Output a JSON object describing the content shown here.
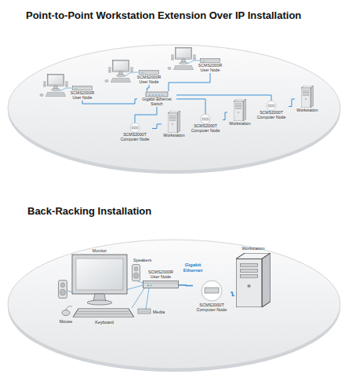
{
  "diagram": {
    "title": "Point-to-Point Workstation Extension Over IP Installation",
    "nodes": [
      {
        "text": [
          "SCMS2000R User Node"
        ]
      },
      {
        "text": [
          "SCMS2000R User Node"
        ]
      },
      {
        "text": [
          "SCMS2000R User Node"
        ]
      },
      {
        "text": [
          "Gigabit Ethernet Switch"
        ]
      },
      {
        "text": [
          "SCMS2000T Computer Node"
        ]
      },
      {
        "text": [
          "Workstation"
        ]
      },
      {
        "text": [
          "SCMS2000T Computer Node"
        ]
      },
      {
        "text": [
          "Workstation"
        ]
      },
      {
        "text": [
          "SCMS2000T Computer Node"
        ]
      },
      {
        "text": [
          "Workstation"
        ]
      },
      {
        "text": [
          "SCMS2000R User Node"
        ]
      },
      {
        "text": [
          "SCMS2000T Computer Node"
        ]
      },
      {
        "text": [
          "Workstation"
        ]
      }
    ],
    "edges": [
      {
        "from": 0,
        "to": 3,
        "arrow": "none"
      },
      {
        "from": 1,
        "to": 3,
        "arrow": "none"
      },
      {
        "from": 2,
        "to": 3,
        "arrow": "none"
      },
      {
        "from": 3,
        "to": 4,
        "arrow": "none"
      },
      {
        "from": 3,
        "to": 6,
        "arrow": "none"
      },
      {
        "from": 3,
        "to": 8,
        "arrow": "none"
      },
      {
        "from": 4,
        "to": 5,
        "arrow": "none"
      },
      {
        "from": 6,
        "to": 7,
        "arrow": "none"
      },
      {
        "from": 8,
        "to": 9,
        "arrow": "none"
      },
      {
        "from": 10,
        "to": 11,
        "label": "Gigabit Ethernet",
        "arrow": "none"
      },
      {
        "from": 11,
        "to": 12,
        "arrow": "none"
      }
    ],
    "labels": [
      "Back-Racking Installation",
      "Monitor",
      "Speakers",
      "Mouse",
      "Keyboard",
      "Media"
    ]
  }
}
